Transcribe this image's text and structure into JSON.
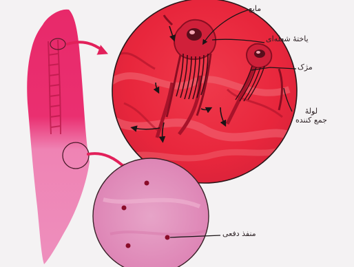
{
  "colors": {
    "worm_body": "#e8296a",
    "worm_tail": "#ef83b4",
    "magnified_top": "#e9263d",
    "magnified_bottom": "#df7fb4",
    "arrow": "#e2205a",
    "leader_line": "#1a1416"
  },
  "labels": {
    "fluid": "مایع",
    "flame_cell": "یاختهٔ شعله‌ای",
    "cilia": "مژک",
    "collecting_duct_line1": "لولهٔ",
    "collecting_duct_line2": "جمع کننده",
    "excretory_pore": "منفذ دفعی"
  }
}
